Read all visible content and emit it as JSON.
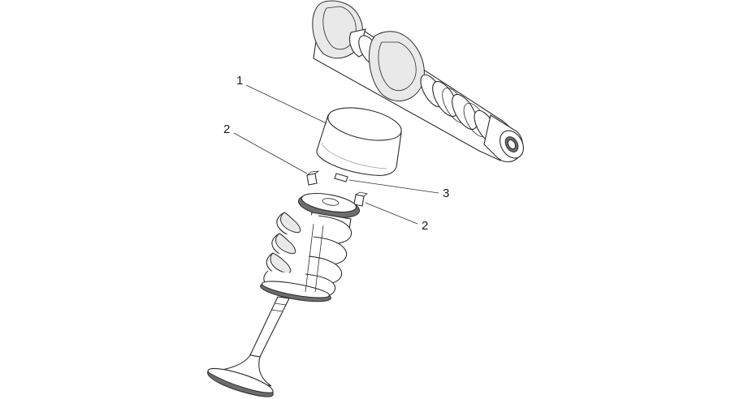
{
  "callouts": [
    {
      "id": "tappet",
      "label": "1"
    },
    {
      "id": "keeper-left",
      "label": "2"
    },
    {
      "id": "shim",
      "label": "3"
    },
    {
      "id": "keeper-right",
      "label": "2"
    }
  ]
}
